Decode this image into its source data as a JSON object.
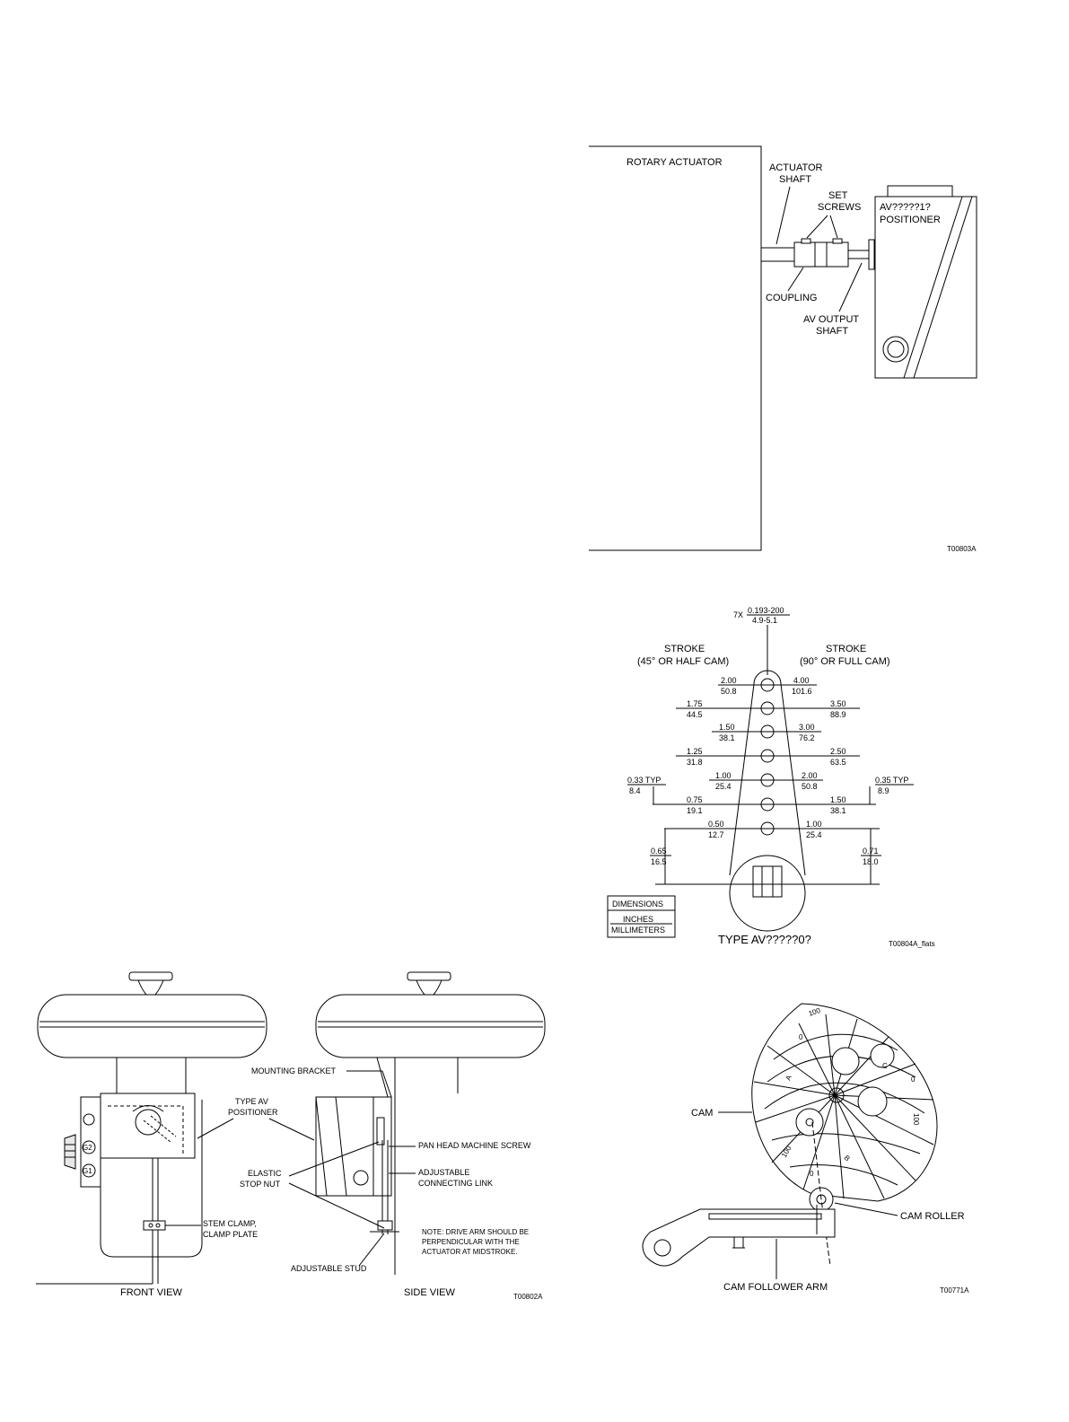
{
  "rotary_fig": {
    "rotary_actuator": "ROTARY ACTUATOR",
    "actuator_shaft_1": "ACTUATOR",
    "actuator_shaft_2": "SHAFT",
    "set_screws_1": "SET",
    "set_screws_2": "SCREWS",
    "positioner_1": "AV?????1?",
    "positioner_2": "POSITIONER",
    "coupling": "COUPLING",
    "output_shaft_1": "AV OUTPUT",
    "output_shaft_2": "SHAFT",
    "code": "T00803A"
  },
  "arm_fig": {
    "hole_note_prefix": "7X",
    "hole_note_in": "0.193-200",
    "hole_note_mm": "4.9-5.1",
    "left_head_1": "STROKE",
    "left_head_2": "(45° OR HALF CAM)",
    "right_head_1": "STROKE",
    "right_head_2": "(90° OR FULL CAM)",
    "left_pairs": [
      [
        "2.00",
        "50.8"
      ],
      [
        "1.75",
        "44.5"
      ],
      [
        "1.50",
        "38.1"
      ],
      [
        "1.25",
        "31.8"
      ],
      [
        "1.00",
        "25.4"
      ],
      [
        "0.75",
        "19.1"
      ],
      [
        "0.50",
        "12.7"
      ]
    ],
    "right_pairs": [
      [
        "4.00",
        "101.6"
      ],
      [
        "3.50",
        "88.9"
      ],
      [
        "3.00",
        "76.2"
      ],
      [
        "2.50",
        "63.5"
      ],
      [
        "2.00",
        "50.8"
      ],
      [
        "1.50",
        "38.1"
      ],
      [
        "1.00",
        "25.4"
      ]
    ],
    "left_typ_in": "0.33 TYP",
    "left_typ_mm": "8.4",
    "right_typ_in": "0.35 TYP",
    "right_typ_mm": "8.9",
    "left_bottom_in": "0.65",
    "left_bottom_mm": "16.5",
    "right_bottom_in": "0.71",
    "right_bottom_mm": "18.0",
    "legend_title": "DIMENSIONS",
    "legend_in": "INCHES",
    "legend_mm": "MILLIMETERS",
    "type_label": "TYPE AV?????0?",
    "code": "T00804A_flats"
  },
  "linear_fig": {
    "mounting_bracket": "MOUNTING BRACKET",
    "type_av_1": "TYPE AV",
    "type_av_2": "POSITIONER",
    "pan_head": "PAN HEAD MACHINE SCREW",
    "elastic_1": "ELASTIC",
    "elastic_2": "STOP NUT",
    "link_1": "ADJUSTABLE",
    "link_2": "CONNECTING LINK",
    "stem_1": "STEM CLAMP,",
    "stem_2": "CLAMP PLATE",
    "note_1": "NOTE:  DRIVE ARM SHOULD BE",
    "note_2": "PERPENDICULAR WITH THE",
    "note_3": "ACTUATOR AT MIDSTROKE.",
    "stud": "ADJUSTABLE STUD",
    "front_view": "FRONT VIEW",
    "side_view": "SIDE VIEW",
    "code": "T00802A",
    "gauge_g1": "G1",
    "gauge_g2": "G2"
  },
  "cam_fig": {
    "cam": "CAM",
    "cam_roller": "CAM ROLLER",
    "follower_arm": "CAM FOLLOWER ARM",
    "code": "T00771A",
    "marks": [
      "100",
      "0",
      "A",
      "C",
      "0",
      "100",
      "100",
      "0",
      "B"
    ]
  }
}
